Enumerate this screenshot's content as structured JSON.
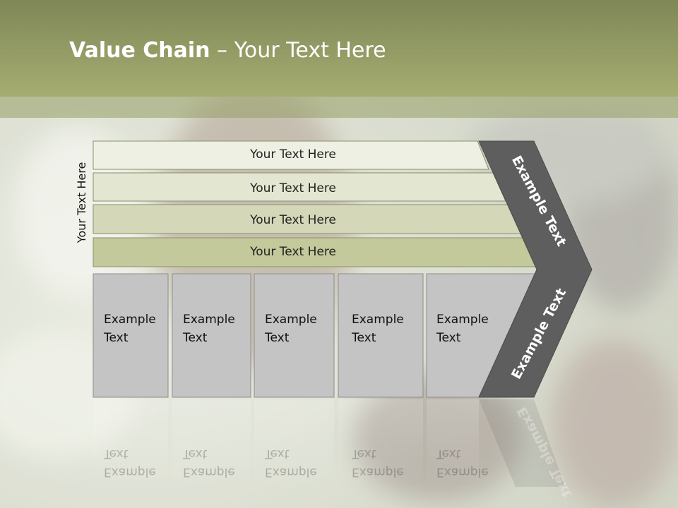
{
  "slide": {
    "title_bold": "Value Chain",
    "title_rest": " – Your Text Here",
    "vertical_label": "Your Text Here",
    "rows": [
      {
        "label": "Your Text Here"
      },
      {
        "label": "Your Text Here"
      },
      {
        "label": "Your Text Here"
      },
      {
        "label": "Your Text Here"
      }
    ],
    "boxes": [
      {
        "line1": "Example",
        "line2": "Text"
      },
      {
        "line1": "Example",
        "line2": "Text"
      },
      {
        "line1": "Example",
        "line2": "Text"
      },
      {
        "line1": "Example",
        "line2": "Text"
      },
      {
        "line1": "Example",
        "line2": "Text"
      }
    ],
    "chevron_top_label": "Example Text",
    "chevron_bottom_label": "Example Text"
  },
  "colors": {
    "header_dark": "#7f8757",
    "header_light": "#a6ad72",
    "row_colors": [
      "#eef0e3",
      "#e3e6d0",
      "#d4d8b8",
      "#c3c99a"
    ],
    "box_fill": "#c4c4c4",
    "chevron_fill": "#5e5e5e"
  }
}
